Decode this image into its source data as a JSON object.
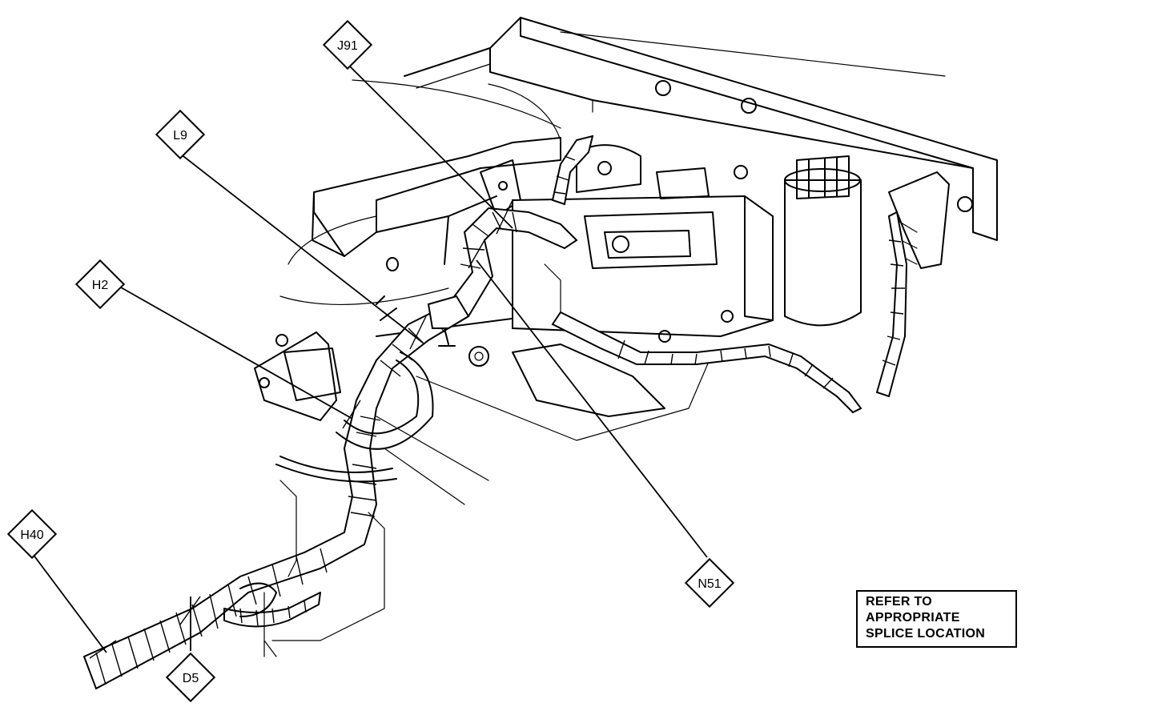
{
  "callouts": {
    "j91": "J91",
    "l9": "L9",
    "h2": "H2",
    "h40": "H40",
    "d5": "D5",
    "n51": "N51"
  },
  "note": {
    "line1": "REFER TO",
    "line2": "APPROPRIATE",
    "line3": "SPLICE LOCATION"
  }
}
